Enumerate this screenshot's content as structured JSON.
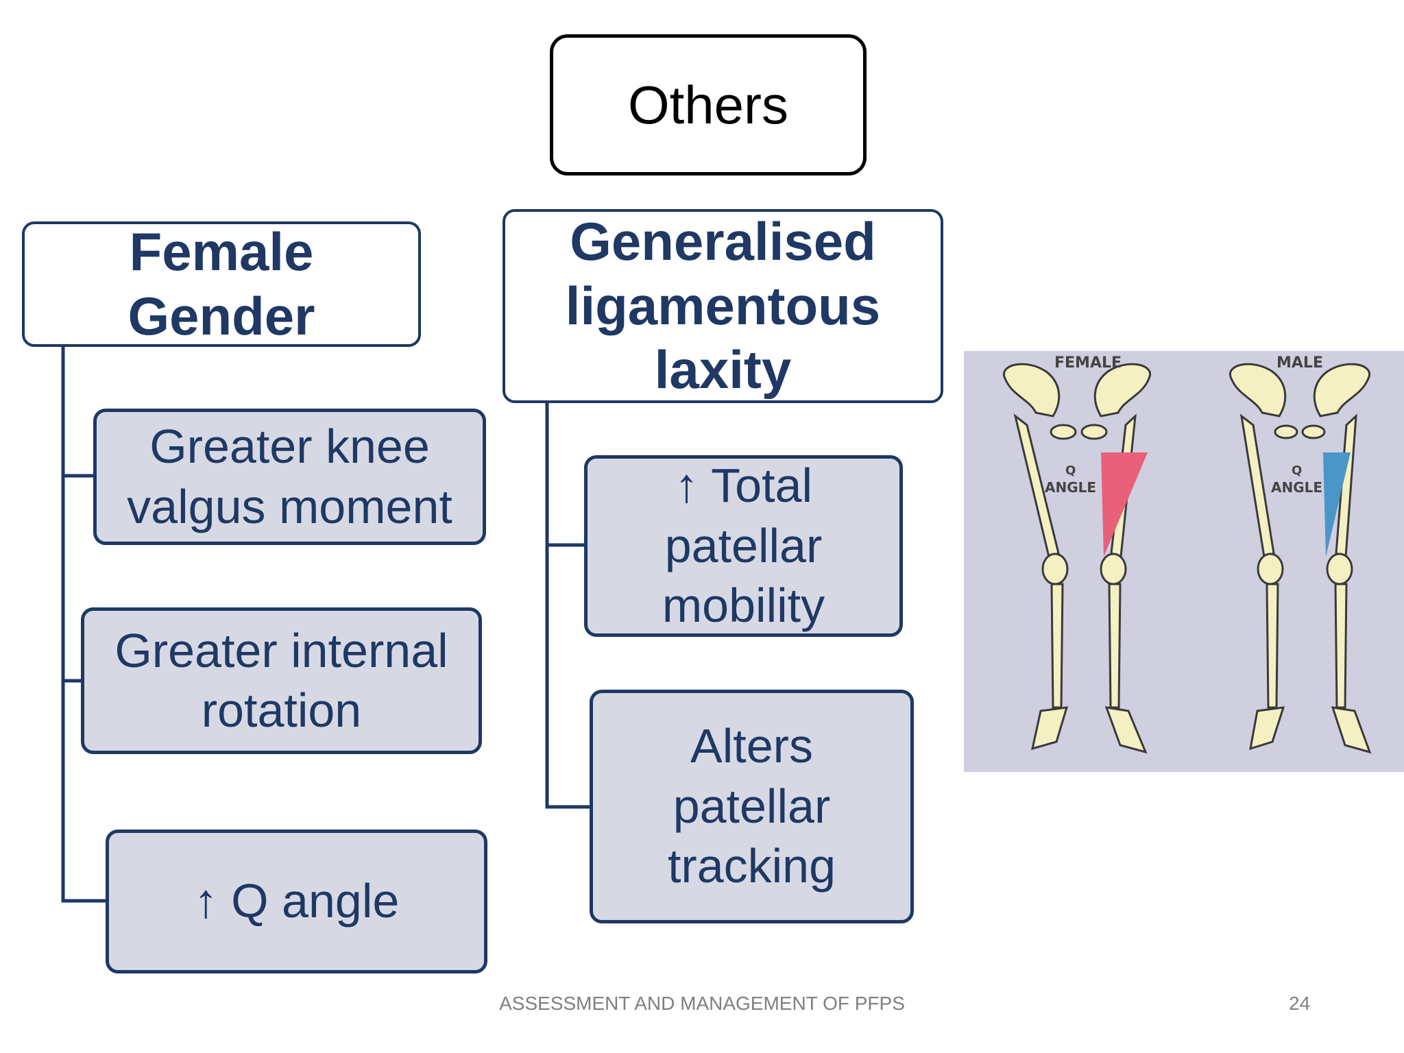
{
  "top": {
    "label": "Others"
  },
  "left": {
    "heading": "Female\nGender",
    "items": [
      "Greater knee\nvalgus moment",
      "Greater internal\nrotation",
      "↑ Q angle"
    ]
  },
  "right": {
    "heading": "Generalised\nligamentous\nlaxity",
    "items": [
      "↑ Total\npatellar\nmobility",
      "Alters\npatellar\ntracking"
    ]
  },
  "figure": {
    "female_label": "FEMALE",
    "male_label": "MALE",
    "q_label": "Q",
    "angle_label": "ANGLE",
    "female_color": "#e8607a",
    "male_color": "#4a96c8",
    "background": "#cfcfe0"
  },
  "footer": {
    "title": "ASSESSMENT AND MANAGEMENT OF PFPS",
    "page": "24"
  },
  "colors": {
    "navy": "#1f3864",
    "fill": "#d6d9e4"
  }
}
